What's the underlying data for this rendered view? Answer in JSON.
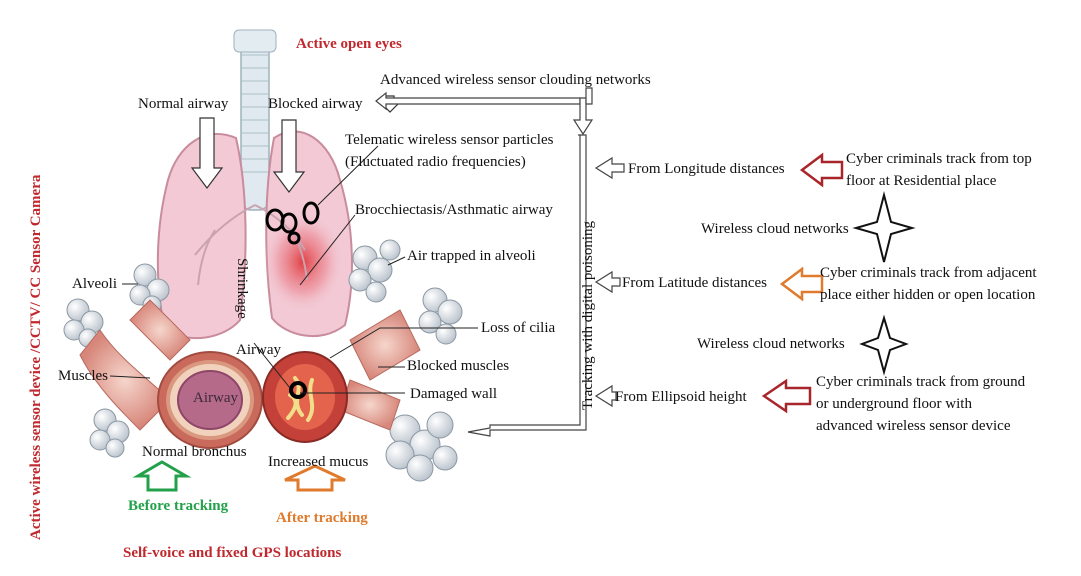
{
  "side_caption": "Active wireless sensor device /CCTV/ CC  Sensor Camera",
  "top_caption": "Active open eyes",
  "bottom_caption": "Self-voice and fixed GPS locations",
  "network_title": "Advanced wireless sensor clouding networks",
  "tracking_label": "Tracking with digital poisoning",
  "lung_labels": {
    "normal_airway": "Normal airway",
    "blocked_airway": "Blocked airway",
    "telematic_line1": "Telematic wireless sensor particles",
    "telematic_line2": "(Fluctuated radio frequencies)",
    "bronchiectasis": "Brocchiectasis/Asthmatic airway",
    "air_trapped": "Air trapped in alveoli",
    "alveoli": "Alveoli",
    "shrinkage": "Shrinkage",
    "loss_of_cilia": "Loss of cilia",
    "airway_small": "Airway",
    "airway_inner": "Airway",
    "blocked_muscles": "Blocked muscles",
    "muscles": "Muscles",
    "damaged_wall": "Damaged wall",
    "normal_bronchus": "Normal bronchus",
    "increased_mucus": "Increased mucus"
  },
  "tracking": {
    "before": "Before tracking",
    "after": "After tracking"
  },
  "distances": [
    {
      "label": "From Longitude distances",
      "line1": "Cyber criminals track from top",
      "line2": "floor  at  Residential place",
      "line3": ""
    },
    {
      "label": "From Latitude distances",
      "line1": "Cyber criminals track from adjacent",
      "line2": "place either hidden or open location",
      "line3": ""
    },
    {
      "label": "From Ellipsoid height",
      "line1": "Cyber criminals track from ground",
      "line2": "or  underground floor with",
      "line3": "advanced wireless sensor device"
    }
  ],
  "cloud_networks": [
    "Wireless cloud networks",
    "Wireless cloud networks"
  ],
  "colors": {
    "caption_red": "#c0282d",
    "before_green": "#22a04a",
    "after_orange": "#e07a2c",
    "arrow_dark_red": "#a8262b",
    "lung_pink": "#f2c9d4",
    "inflamed_red": "#e0383c"
  }
}
